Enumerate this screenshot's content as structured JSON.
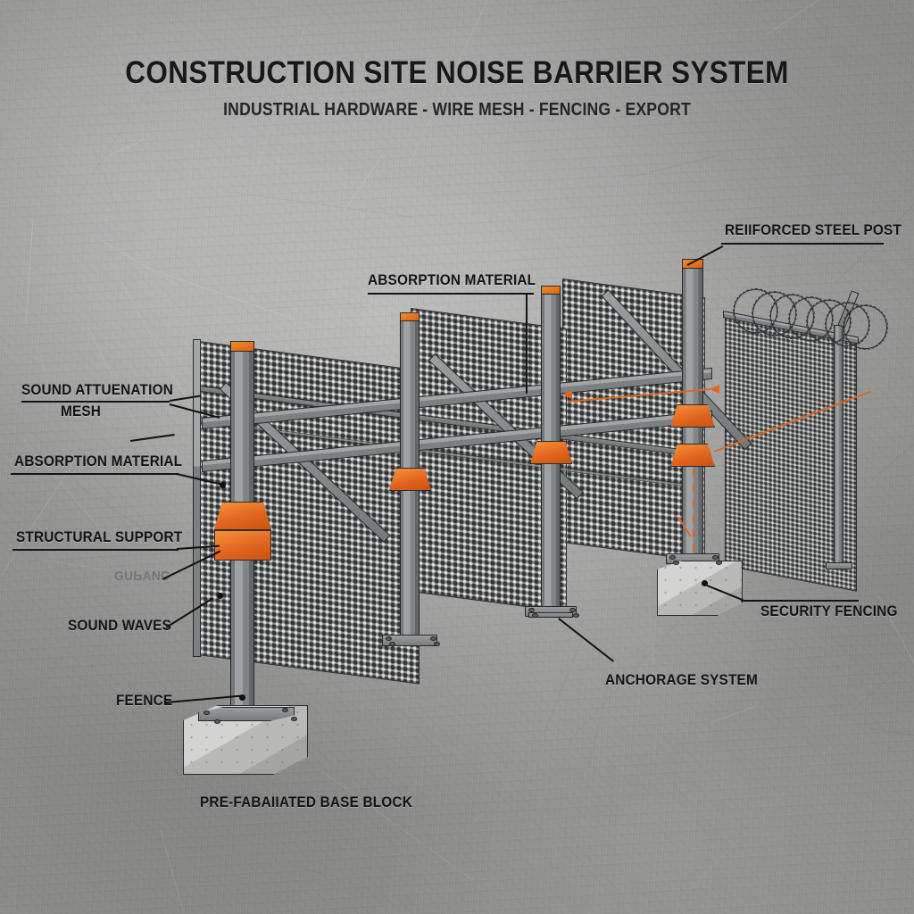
{
  "header": {
    "title": "CONSTRUCTION SITE NOISE BARRIER SYSTEM",
    "subtitle": "INDUSTRIAL HARDWARE - WIRE MESH - FENCING - EXPORT"
  },
  "colors": {
    "accent_orange": "#e2651f",
    "bracket_orange": "#f5933a",
    "steel_grey": "#8d8f8e",
    "post_grey": "#9fa2a4",
    "concrete_bg": "#a9aaa9",
    "ink": "#121314",
    "ghost_text": "#6e7071"
  },
  "callouts": [
    {
      "id": "absorption-material-top",
      "text": "ABSORPTION MATERIAL",
      "side": "center-top"
    },
    {
      "id": "reinforced-steel-post",
      "text": "REIIFORCED STEEL POST",
      "side": "right-top"
    },
    {
      "id": "sound-attenuation-mesh",
      "text": "SOUND ATTUENATION",
      "text2": "MESH",
      "side": "left"
    },
    {
      "id": "absorption-material-left",
      "text": "ABSORPTION MATERIAL",
      "side": "left"
    },
    {
      "id": "structural-support",
      "text": "STRUCTURAL SUPPORT",
      "side": "left"
    },
    {
      "id": "guard-rail-faint",
      "text": "GUЬANC",
      "side": "left",
      "style": "ghost"
    },
    {
      "id": "sound-waves",
      "text": "SOUND WAVES",
      "side": "left"
    },
    {
      "id": "fence",
      "text": "FEENCE",
      "side": "left"
    },
    {
      "id": "prefabricated-base-block",
      "text": "PRE-FABAIIATED BASE BLOCK",
      "side": "bottom"
    },
    {
      "id": "anchorage-system",
      "text": "ANCHORAGE SYSTEM",
      "side": "bottom-right"
    },
    {
      "id": "security-fencing",
      "text": "SECURITY FENCING",
      "side": "right"
    }
  ],
  "diagram": {
    "type": "technical-isometric-illustration",
    "subject": "Modular noise barrier wall with perforated acoustic mesh panels",
    "components": [
      {
        "name": "steel-post",
        "count": 4,
        "color": "#9fa2a4",
        "detail": "square hollow section, orange cap"
      },
      {
        "name": "acoustic-mesh-panel",
        "count": 3,
        "detail": "dense perforated sound attenuation mesh"
      },
      {
        "name": "orange-bracket",
        "count": 6,
        "color": "#e2651f",
        "detail": "cast connector at rail/post junction"
      },
      {
        "name": "horizontal-rail",
        "count": 2
      },
      {
        "name": "diagonal-brace",
        "count": 3
      },
      {
        "name": "concrete-base-block",
        "count": 2,
        "detail": "pre-cast footing with bolted base plate"
      },
      {
        "name": "bolted-base-plate",
        "count": 2,
        "detail": "4-bolt anchorage plate on slab"
      },
      {
        "name": "security-fence-panel",
        "count": 1,
        "detail": "chain-link with razor-wire coil top"
      },
      {
        "name": "razor-wire-coil",
        "count": 7
      }
    ]
  }
}
